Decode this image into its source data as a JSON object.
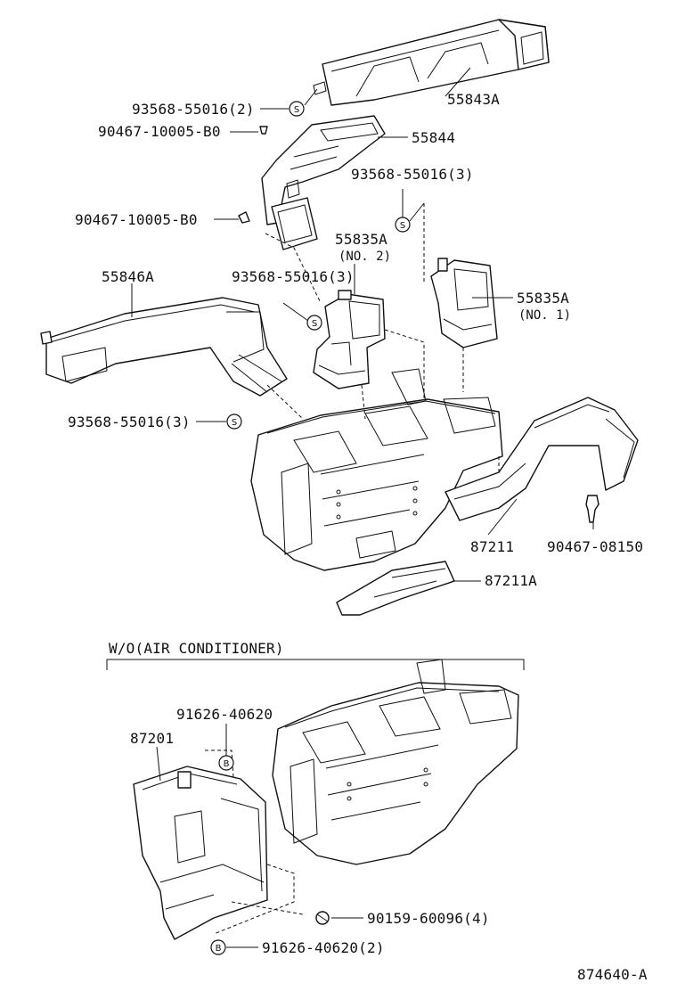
{
  "diagram": {
    "labels": {
      "p55843A": "55843A",
      "p93568_2": "93568-55016(2)",
      "p90467_a": "90467-10005-B0",
      "p55844": "55844",
      "p93568_3a": "93568-55016(3)",
      "p90467_b": "90467-10005-B0",
      "p55835A_2": "55835A",
      "no2": "(NO. 2)",
      "p55846A": "55846A",
      "p93568_3b": "93568-55016(3)",
      "p55835A_1": "55835A",
      "no1": "(NO. 1)",
      "p93568_3c": "93568-55016(3)",
      "p87211": "87211",
      "p90467_08150": "90467-08150",
      "p87211A": "87211A",
      "section_title": "W/O(AIR CONDITIONER)",
      "p91626_a": "91626-40620",
      "p87201": "87201",
      "p90159": "90159-60096(4)",
      "p91626_b": "91626-40620(2)",
      "figure_id": "874640-A"
    },
    "symbols": {
      "s": "S",
      "b": "B"
    }
  }
}
